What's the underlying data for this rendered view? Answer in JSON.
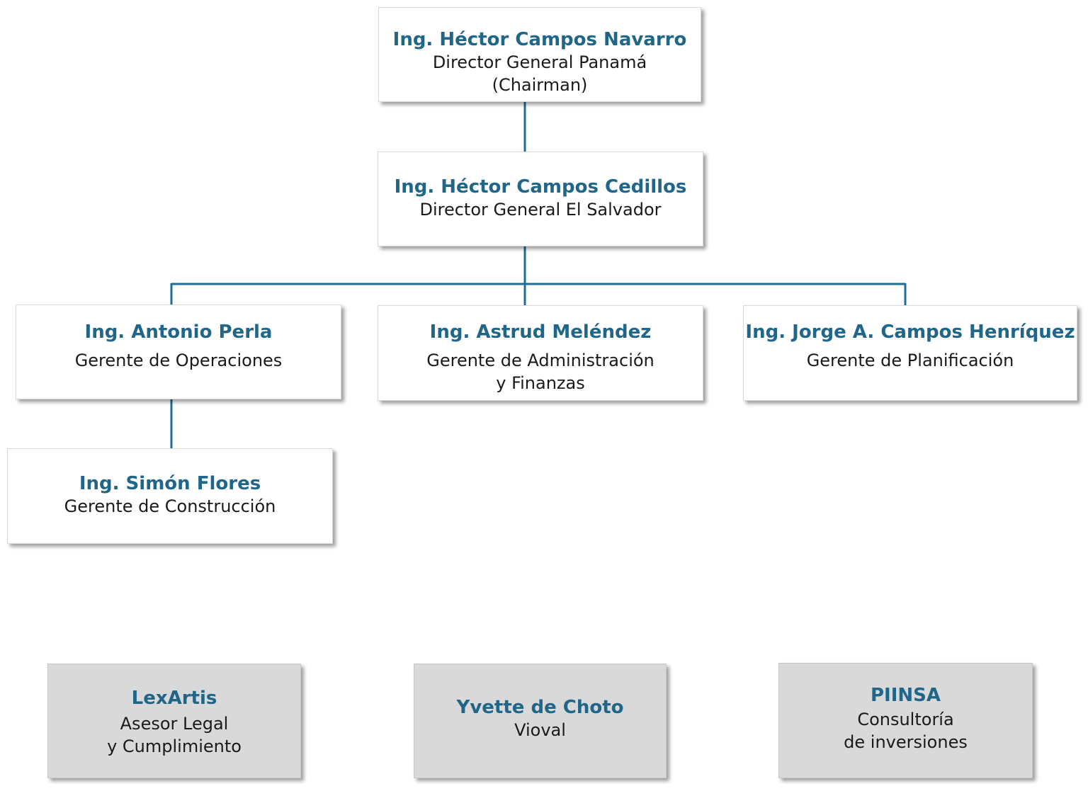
{
  "colors": {
    "accent": "#1f6688",
    "connector": "#1f6d94",
    "box_fill": "#ffffff",
    "advisor_fill": "#d9d9d9",
    "text": "#1a1a1a"
  },
  "org": {
    "chairman": {
      "name": "Ing. Héctor Campos Navarro",
      "role": "Director General Panamá\n(Chairman)"
    },
    "director": {
      "name": "Ing. Héctor Campos Cedillos",
      "role": "Director General El Salvador"
    },
    "managers": [
      {
        "name": "Ing. Antonio Perla",
        "role": "Gerente de Operaciones"
      },
      {
        "name": "Ing. Astrud Meléndez",
        "role": "Gerente de Administración\ny Finanzas"
      },
      {
        "name": "Ing. Jorge A. Campos Henríquez",
        "role": "Gerente de Planificación"
      }
    ],
    "sub_manager": {
      "name": "Ing. Simón Flores",
      "role": "Gerente de Construcción"
    }
  },
  "advisors": [
    {
      "name": "LexArtis",
      "role": "Asesor Legal\ny Cumplimiento"
    },
    {
      "name": "Yvette de Choto",
      "role": "Vioval"
    },
    {
      "name": "PIINSA",
      "role": "Consultoría\nde inversiones"
    }
  ]
}
